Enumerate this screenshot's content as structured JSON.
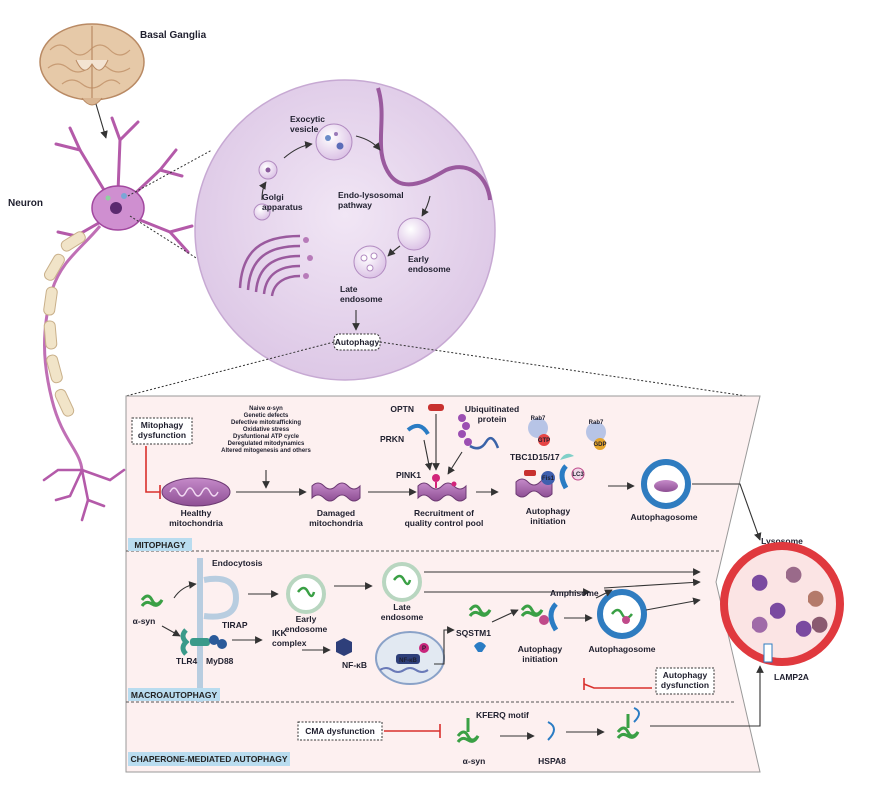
{
  "labels": {
    "basal_ganglia": "Basal Ganglia",
    "neuron": "Neuron",
    "exocytic_vesicle": [
      "Exocytic",
      "vesicle"
    ],
    "golgi": [
      "Golgi",
      "apparatus"
    ],
    "endo_lysosomal": [
      "Endo-lysosomal",
      "pathway"
    ],
    "early_endosome": [
      "Early",
      "endosome"
    ],
    "late_endosome": [
      "Late",
      "endosome"
    ],
    "autophagy": "Autophagy",
    "mitophagy_dysfunction": [
      "Mitophagy",
      "dysfunction"
    ],
    "stressors": [
      "Naive α-syn",
      "Genetic defects",
      "Defective mitotrafficking",
      "Oxidative stress",
      "Dysfuntional ATP cycle",
      "Deregulated mitodynamics",
      "Altered mitogenesis and others"
    ],
    "healthy_mito": [
      "Healthy",
      "mitochondria"
    ],
    "damaged_mito": [
      "Damaged",
      "mitochondria"
    ],
    "optn": "OPTN",
    "ubiquitinated": [
      "Ubiquitinated",
      "protein"
    ],
    "prkn": "PRKN",
    "pink1": "PINK1",
    "recruitment": [
      "Recruitment of",
      "quality control pool"
    ],
    "rab7_gtp": [
      "Rab7",
      "GTP"
    ],
    "rab7_gdp": [
      "Rab7",
      "GDP"
    ],
    "tbc1d15": "TBC1D15/17",
    "lc3": "LC3",
    "fis1": "Fis1",
    "autophagy_initiation": [
      "Autophagy",
      "initiation"
    ],
    "autophagosome": "Autophagosome",
    "lysosome": "Lysosome",
    "mitophagy_section": "MITOPHAGY",
    "endocytosis": "Endocytosis",
    "alpha_syn": "α-syn",
    "tlr4": "TLR4",
    "tirap": "TIRAP",
    "myd88": "MyD88",
    "ikk": [
      "IKK",
      "complex"
    ],
    "nfkb": "NF-κB",
    "nfkb_small": "NF-κB",
    "p": "P",
    "sqstm1": "SQSTM1",
    "amphisome": "Amphisome",
    "autophagy_dysfunction": [
      "Autophagy",
      "dysfunction"
    ],
    "lamp2a": "LAMP2A",
    "macro_section": "MACROAUTOPHAGY",
    "cma_dysfunction": "CMA dysfunction",
    "kferq": "KFERQ motif",
    "hspa8": "HSPA8",
    "cma_section": "CHAPERONE-MEDIATED AUTOPHAGY"
  },
  "colors": {
    "cell_lilac": "#e8d9ef",
    "membrane_purple": "#9a5a9e",
    "panel_pink": "#fdf0f0",
    "tab_blue": "#b9dcef",
    "lysosome_red": "#e0393e",
    "lysosome_fill": "#fbe4e4",
    "autophagosome_blue": "#2f7cc0",
    "asyn_green": "#3aa045",
    "inhibition_red": "#d9302c",
    "brain_tan": "#e6c9a8"
  }
}
